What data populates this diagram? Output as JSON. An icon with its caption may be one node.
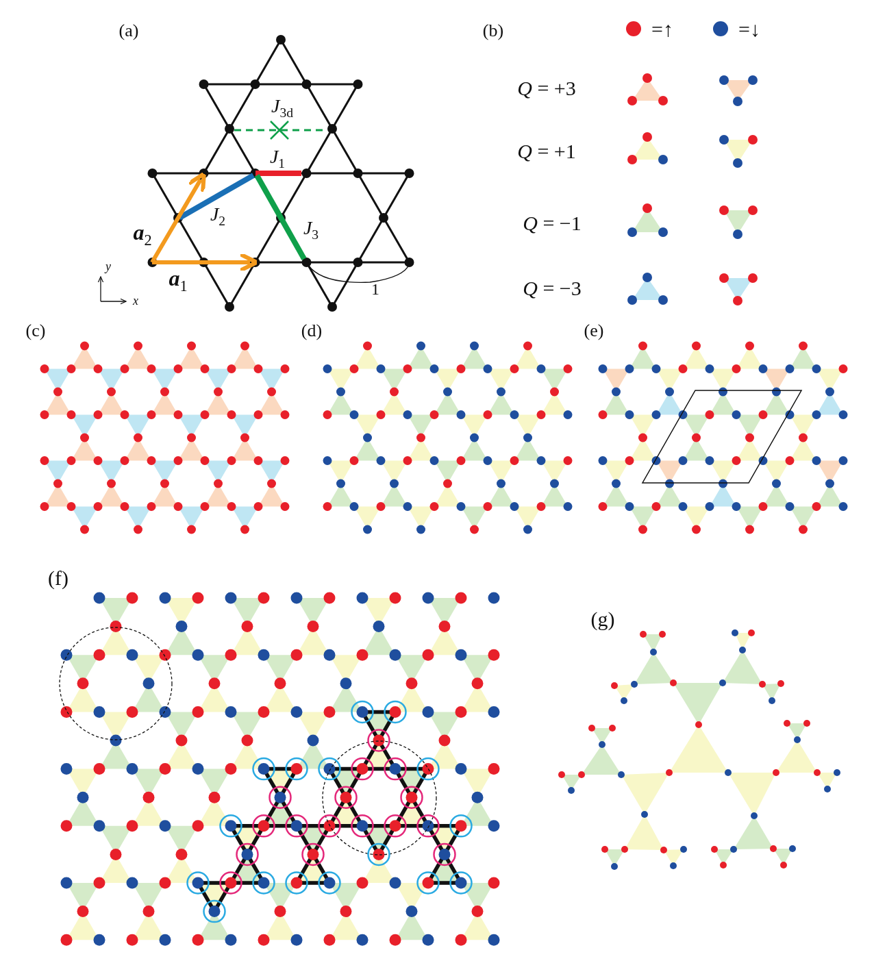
{
  "diagram": {
    "labels": [
      "(a)",
      "*J*$_{3d}$",
      "*J*$_{1}$",
      "*J*$_{2}$",
      "**a**$_{2}$",
      "*J*$_{3}$",
      "**a**$_{1}$",
      "*y*",
      "*x*",
      "1",
      "(b)",
      "*Q* = +3",
      "*Q* = +1",
      "*Q* = −1",
      "*Q* = −3",
      "(c)",
      "(d)",
      "(e)",
      "(f)",
      "(g)"
    ],
    "legend": [
      {
        "text": "=↑",
        "color": "#e8202a"
      },
      {
        "text": "=↓",
        "color": "#1f4e9e"
      }
    ]
  }
}
